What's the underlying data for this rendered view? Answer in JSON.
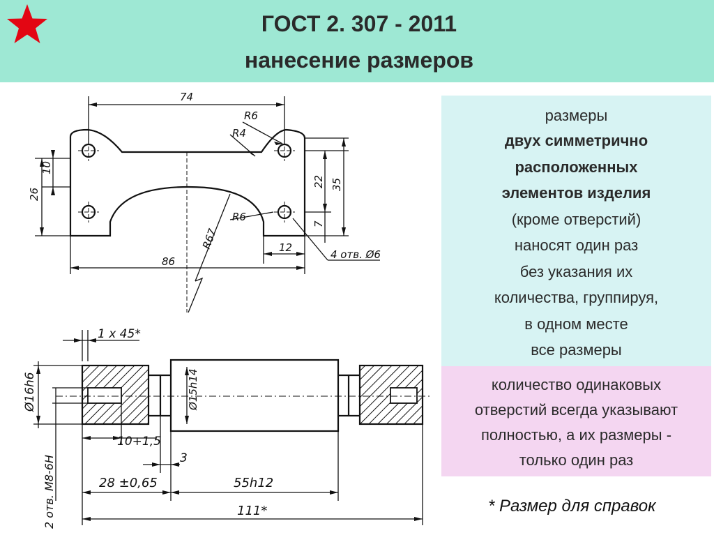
{
  "header": {
    "title_line1": "ГОСТ 2. 307 - 2011",
    "title_line2": "нанесение размеров"
  },
  "info_box": {
    "lines": [
      "размеры",
      "двух симметрично",
      "расположенных",
      "элементов изделия",
      "(кроме отверстий)",
      "наносят один раз",
      "без указания их",
      "количества, группируя,",
      "в одном месте",
      "все размеры"
    ]
  },
  "holes_box": {
    "lines": [
      "количество одинаковых",
      "отверстий всегда указывают",
      "полностью, а их размеры -",
      "только один раз"
    ]
  },
  "footnote": "* Размер для справок",
  "drawing_top": {
    "dim_74": "74",
    "dim_R6_top": "R6",
    "dim_R4": "R4",
    "dim_R6_mid": "R6",
    "dim_R67": "R67",
    "dim_10": "10",
    "dim_26": "26",
    "dim_22": "22",
    "dim_35": "35",
    "dim_7": "7",
    "dim_12": "12",
    "dim_86": "86",
    "dim_holes": "4 отв. Ø6"
  },
  "drawing_bottom": {
    "dim_chamfer": "1 x 45*",
    "dim_d16": "Ø16h6",
    "dim_d15": "Ø15h14",
    "dim_10_tol": "10+1,5",
    "dim_3": "3",
    "dim_28": "28 ±0,65",
    "dim_55": "55h12",
    "dim_111": "111*",
    "dim_thread": "2 отв. M8-6H"
  }
}
